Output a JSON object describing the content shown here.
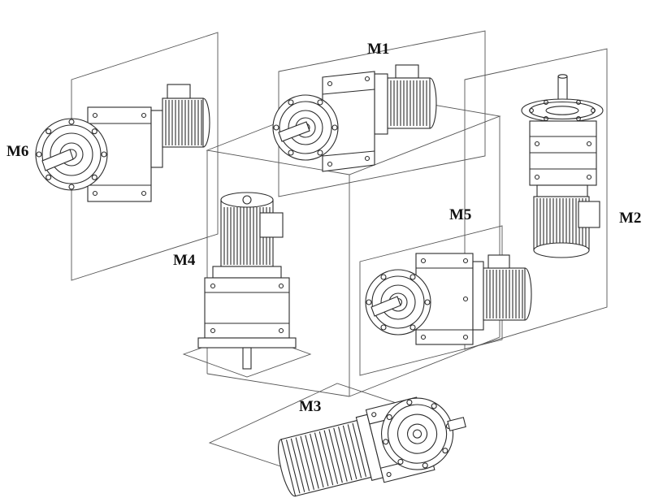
{
  "diagram": {
    "labels": {
      "m1": "M1",
      "m2": "M2",
      "m3": "M3",
      "m4": "M4",
      "m5": "M5",
      "m6": "M6"
    },
    "line_color": "#2b2b2b",
    "plane_line_color": "#555555",
    "background_color": "#ffffff"
  }
}
